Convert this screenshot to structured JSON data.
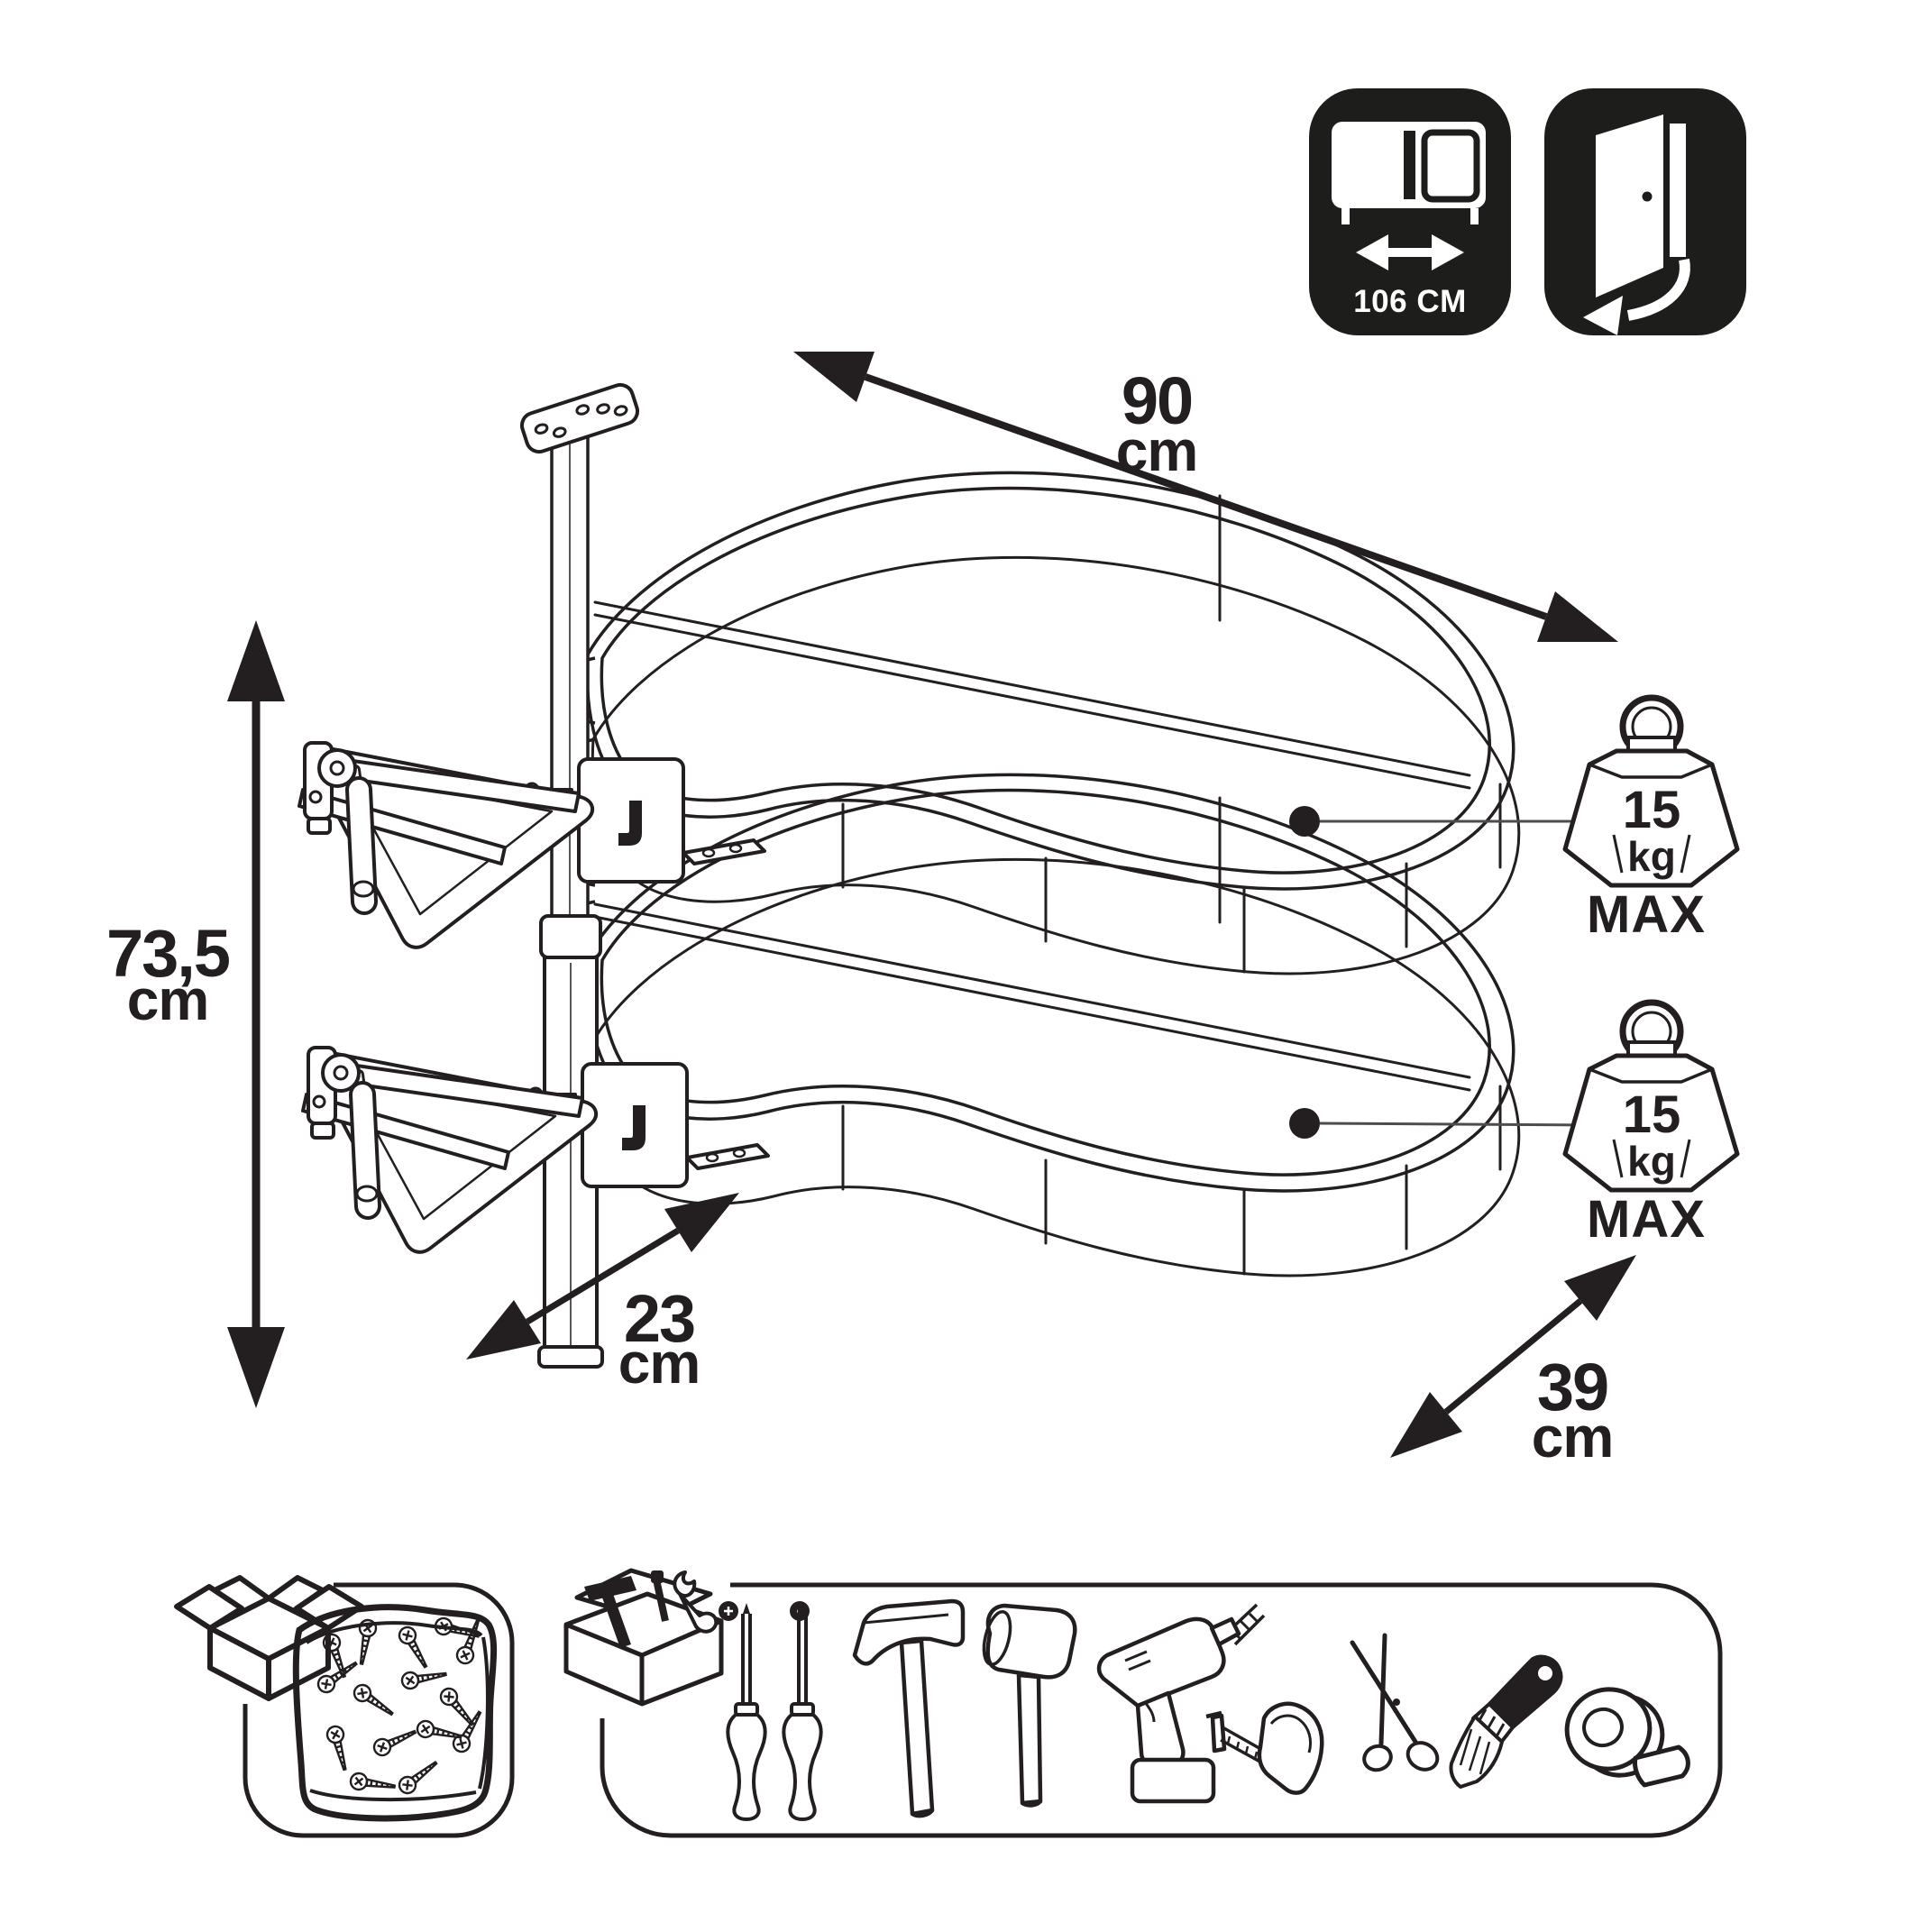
{
  "page": {
    "background": "#ffffff",
    "ink": "#231f20"
  },
  "badges": {
    "cabinet_width": {
      "label": "106 CM",
      "icon": "cabinet-width-icon"
    },
    "door_opening": {
      "icon": "door-swing-icon"
    }
  },
  "dimensions": {
    "depth_diagonal": {
      "value": "90",
      "unit": "cm"
    },
    "height": {
      "value": "73,5",
      "unit": "cm"
    },
    "basket_depth": {
      "value": "23",
      "unit": "cm"
    },
    "basket_width": {
      "value": "39",
      "unit": "cm"
    }
  },
  "load_limits": {
    "upper_basket": {
      "value": "15",
      "unit": "kg",
      "qualifier": "MAX"
    },
    "lower_basket": {
      "value": "15",
      "unit": "kg",
      "qualifier": "MAX"
    }
  },
  "bottom_panels": {
    "included_hardware": {
      "icons": [
        "open-box-icon",
        "screws-bag-icon"
      ]
    },
    "required_tools": {
      "icons": [
        "toolbox-icon",
        "phillips-screwdriver-icon",
        "flat-screwdriver-icon",
        "hammer-icon",
        "mallet-icon",
        "drill-icon",
        "tape-measure-icon",
        "scissors-icon",
        "paint-brush-icon",
        "tape-roll-icon"
      ]
    }
  }
}
